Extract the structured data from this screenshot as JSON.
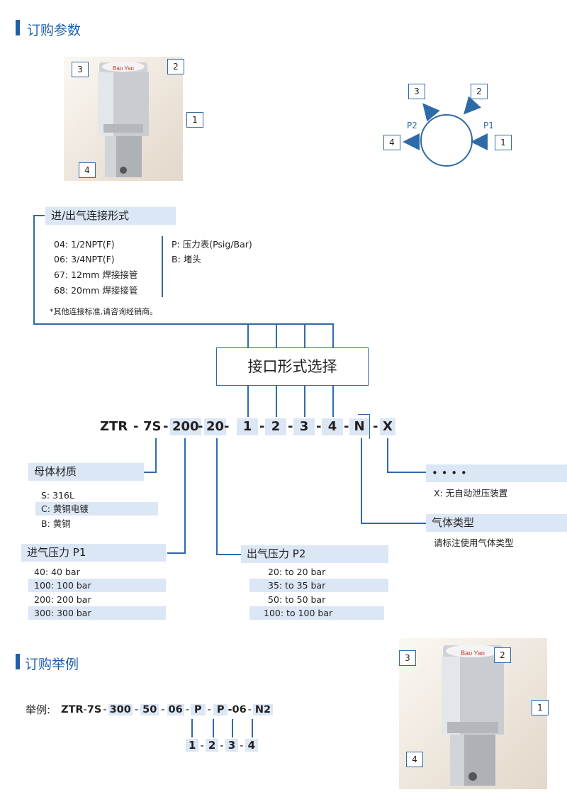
{
  "sections": {
    "ordering_params": "订购参数",
    "ordering_example": "订购举例"
  },
  "photo1": {
    "marks": [
      "3",
      "2",
      "1",
      "4"
    ],
    "cap_text_1": "Bao Yan"
  },
  "diagram": {
    "n3": "3",
    "n2": "2",
    "n4": "4",
    "n1": "1",
    "p2": "P2",
    "p1": "P1"
  },
  "connection": {
    "title": "进/出气连接形式",
    "left_items": [
      "04:  1/2NPT(F)",
      "06:  3/4NPT(F)",
      "67:  12mm 焊接接管",
      "68:  20mm 焊接接管"
    ],
    "right_items": [
      "P:  压力表(Psig/Bar)",
      "B:  堵头"
    ],
    "note": "*其他连接标准,请咨询经销商。"
  },
  "interface_box": "接口形式选择",
  "code": {
    "ztr": "ZTR",
    "d1": "-",
    "s7": "7S",
    "d2": "-",
    "p200": "200",
    "d3": "-",
    "p20": "20",
    "d4": "-",
    "c1": "1",
    "d5": "-",
    "c2": "2",
    "d6": "-",
    "c3": "3",
    "d7": "-",
    "c4": "4",
    "d8": "-",
    "n": "N",
    "d9": "-",
    "x": "X"
  },
  "body_material": {
    "title": "母体材质",
    "items": [
      "S:  316L",
      "C:  黄铜电镀",
      "B:  黄铜"
    ]
  },
  "inlet": {
    "title": "进气压力 P1",
    "items": [
      "40:  40 bar",
      "100:  100 bar",
      "200:  200 bar",
      "300:  300 bar"
    ]
  },
  "outlet": {
    "title": "出气压力 P2",
    "items": [
      "20:  to 20 bar",
      "35:  to 35 bar",
      "50:  to 50 bar",
      "100:  to 100 bar"
    ]
  },
  "x_option": {
    "dots": "• • • •",
    "desc": "X: 无自动泄压装置"
  },
  "gas_type": {
    "title": "气体类型",
    "desc": "请标注使用气体类型"
  },
  "example": {
    "prefix": "举例:",
    "parts": [
      "ZTR",
      "-",
      "7S",
      "-",
      "300",
      "-",
      "50",
      "-",
      "06",
      "-",
      "P",
      "-",
      "P",
      "-06",
      "-",
      "N2"
    ],
    "sub": [
      "1",
      "-",
      "2",
      "-",
      "3",
      "-",
      "4"
    ]
  },
  "photo2": {
    "marks": [
      "3",
      "2",
      "1",
      "4"
    ],
    "cap_text": "Bao Yan"
  }
}
